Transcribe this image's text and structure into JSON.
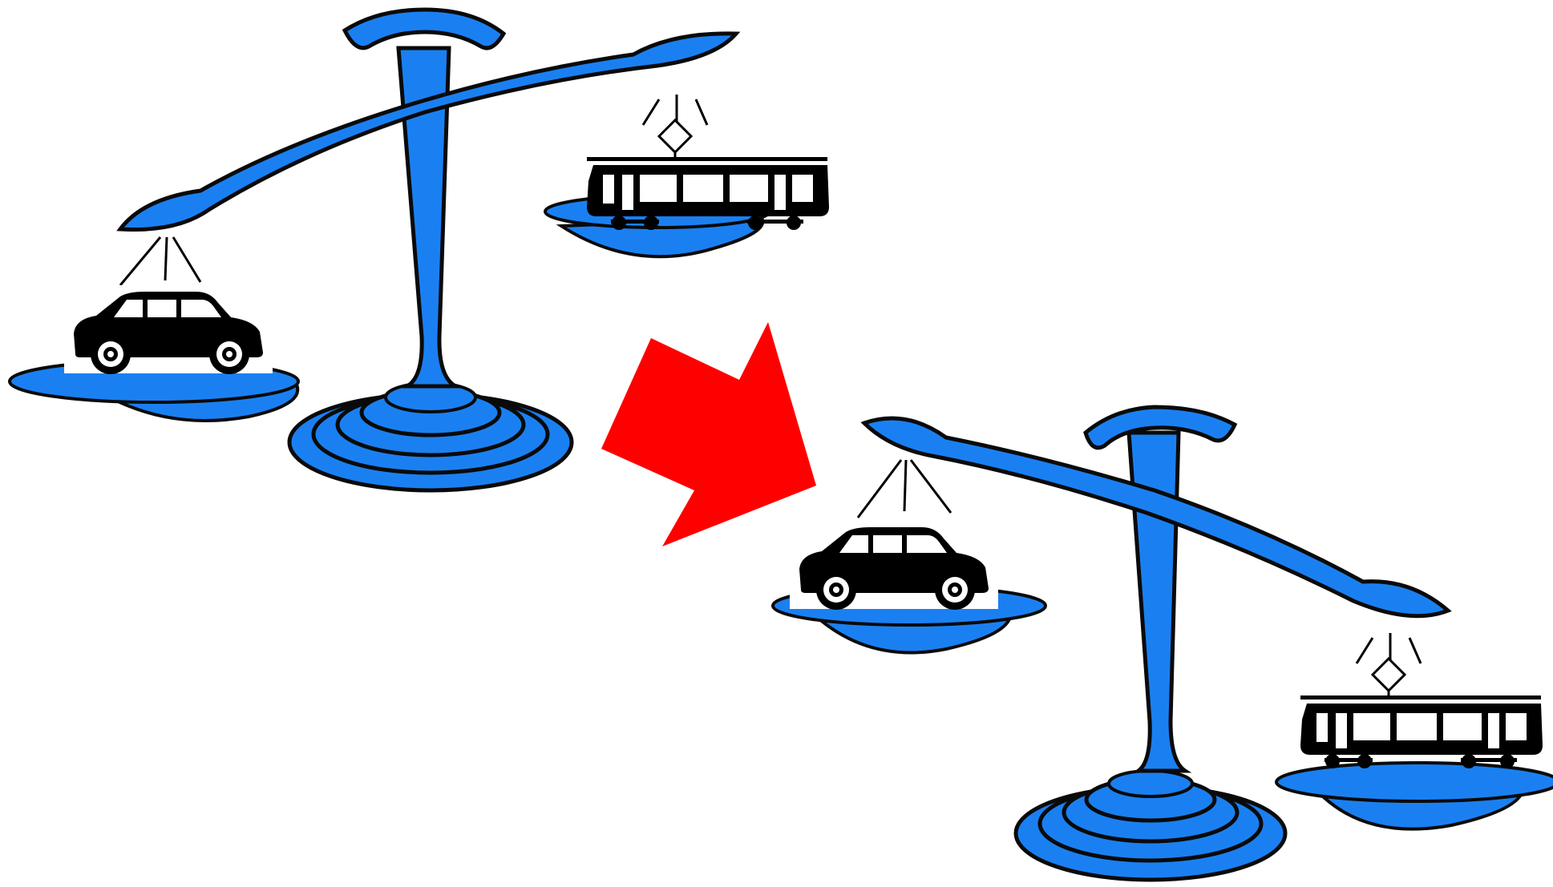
{
  "colors": {
    "scale_blue": "#1a80f2",
    "outline": "#0a0a0a",
    "arrow": "#ff0000",
    "vehicle": "#000000",
    "background": "#ffffff"
  },
  "panels": [
    {
      "id": "before",
      "tilt": "left-pan-down",
      "left_pan_item": "car-icon",
      "right_pan_item": "tram-icon"
    },
    {
      "id": "after",
      "tilt": "right-pan-down",
      "left_pan_item": "car-icon",
      "right_pan_item": "tram-icon"
    }
  ],
  "transition_arrow": {
    "icon": "arrow-right-down-icon",
    "direction": "down-right"
  }
}
